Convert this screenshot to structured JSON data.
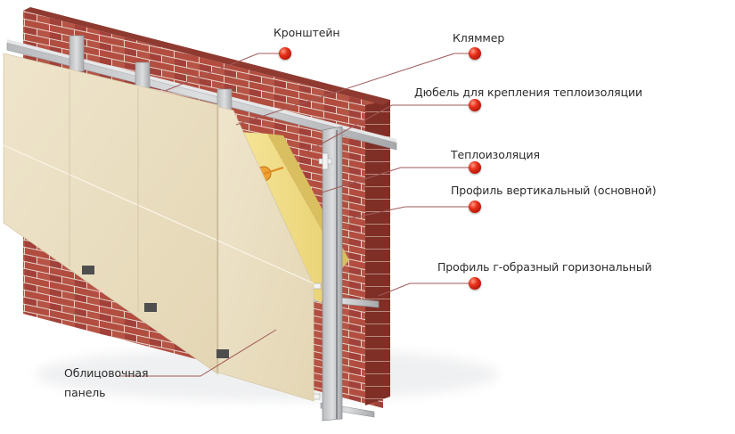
{
  "diagram": {
    "subject": "Ventilated facade system cross-section",
    "accent_colors": {
      "marker_dot": "#e0301c",
      "leader_line": "#a05050",
      "brick": "#a9453a",
      "panel": "#ece0c4",
      "insulation": "#f1e08a",
      "profile": "#c9cbcd"
    },
    "labels": [
      {
        "id": "bracket",
        "text": "Кронштейн"
      },
      {
        "id": "clamp",
        "text": "Кляммер"
      },
      {
        "id": "dowel",
        "text": "Дюбель для крепления теплоизоляции"
      },
      {
        "id": "insulation",
        "text": "Теплоизоляция"
      },
      {
        "id": "vertical_profile",
        "text": "Профиль вертикальный (основной)"
      },
      {
        "id": "horizontal_profile",
        "text": "Профиль г-образный горизональный"
      },
      {
        "id": "cladding_panel",
        "line1": "Облицовочная",
        "line2": "панель"
      }
    ]
  }
}
